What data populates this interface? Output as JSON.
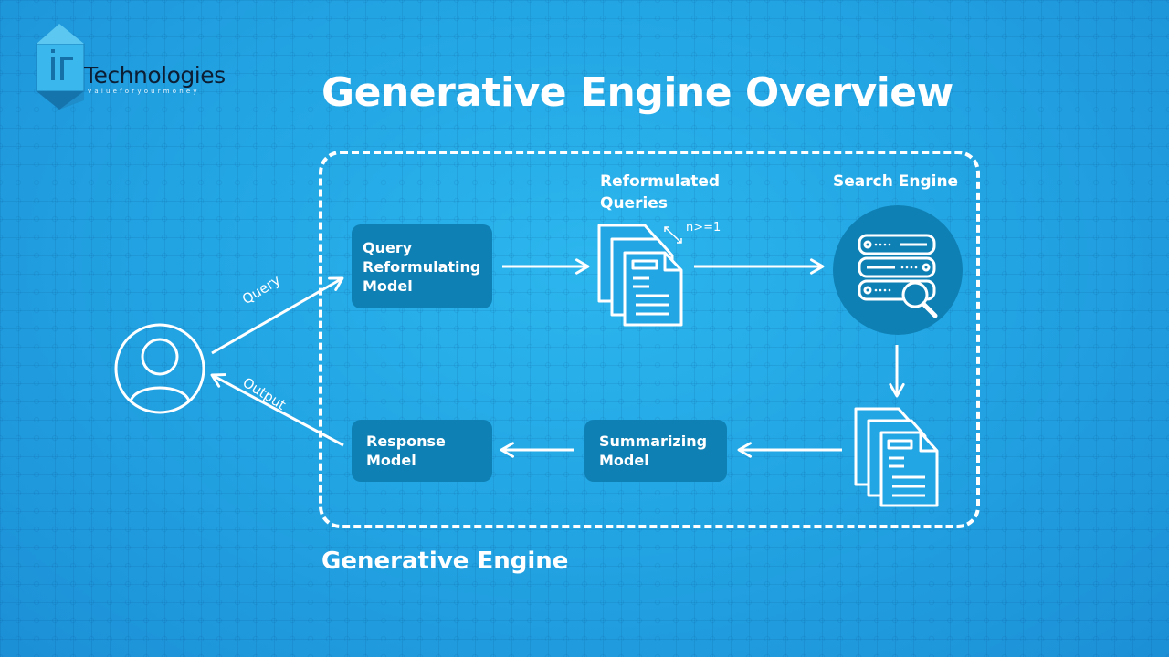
{
  "logo": {
    "name": "Technologies",
    "tagline": "valueforyourmoney",
    "mark": "jr"
  },
  "title": "Generative Engine Overview",
  "engine_label": "Generative Engine",
  "nodes": {
    "user": {
      "icon": "user-icon"
    },
    "query_model": {
      "lines": [
        "Query",
        "Reformulating",
        "Model"
      ]
    },
    "reformulated": {
      "label_lines": [
        "Reformulated",
        "Queries"
      ],
      "count_note": "n>=1",
      "icon": "documents-icon"
    },
    "search_engine": {
      "label": "Search Engine",
      "icon": "server-search-icon"
    },
    "results": {
      "icon": "documents-icon"
    },
    "summarizing_model": {
      "lines": [
        "Summarizing",
        "Model"
      ]
    },
    "response_model": {
      "lines": [
        "Response",
        "Model"
      ]
    }
  },
  "edges": [
    {
      "from": "user",
      "to": "query_model",
      "label": "Query"
    },
    {
      "from": "query_model",
      "to": "reformulated",
      "label": ""
    },
    {
      "from": "reformulated",
      "to": "search_engine",
      "label": ""
    },
    {
      "from": "search_engine",
      "to": "results",
      "label": ""
    },
    {
      "from": "results",
      "to": "summarizing_model",
      "label": ""
    },
    {
      "from": "summarizing_model",
      "to": "response_model",
      "label": ""
    },
    {
      "from": "response_model",
      "to": "user",
      "label": "Output"
    }
  ],
  "colors": {
    "background": "#23a6e4",
    "node_fill": "#0f80b4",
    "stroke": "#ffffff"
  }
}
